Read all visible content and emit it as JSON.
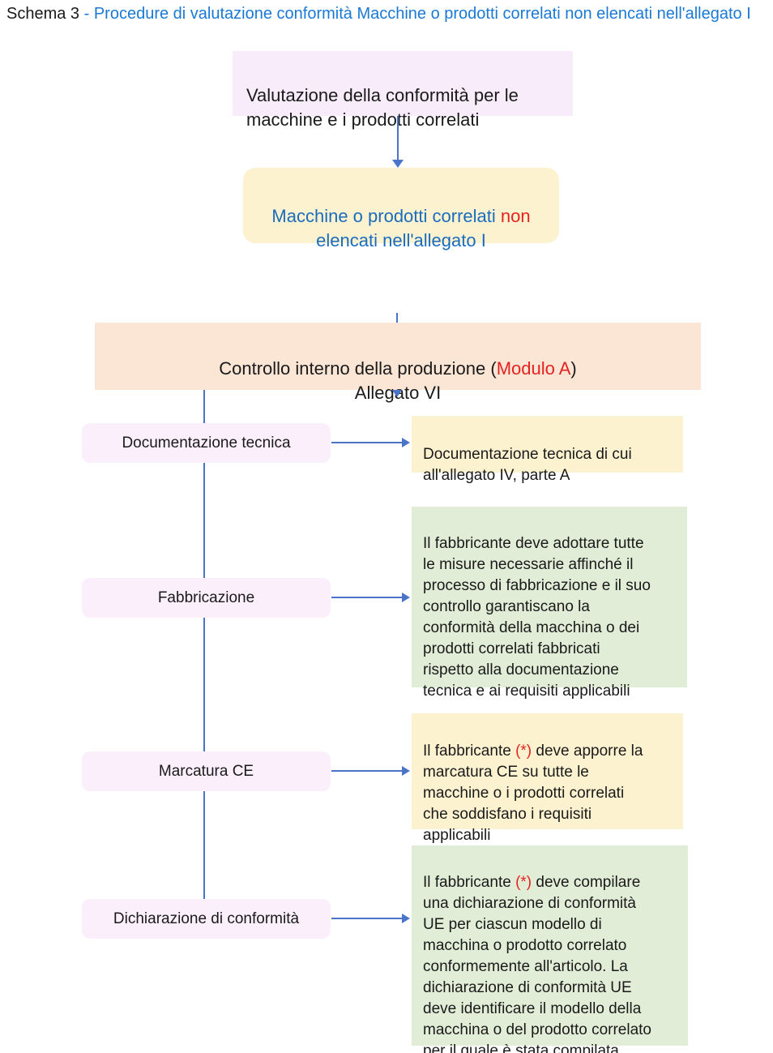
{
  "page": {
    "title_prefix": "Schema 3 ",
    "title_rest": "- Procedure di valutazione conformità Macchine o prodotti correlati non elencati nell'allegato I"
  },
  "colors": {
    "title_blue": "#1b79d6",
    "scope_text_blue": "#1a6cbd",
    "highlight_red": "#e42320",
    "connector_blue": "#4a74c8",
    "lilac_box_bg": "#f8ecfa",
    "pink_label_bg": "#fbeffc",
    "yellow_box_bg": "#fdf2d0",
    "peach_box_bg": "#fbe5d5",
    "green_box_bg": "#e1edd7"
  },
  "flow": {
    "assessment_box": "Valutazione della conformità per le\nmacchine e i prodotti correlati",
    "scope_box": {
      "part1": "Macchine o prodotti correlati ",
      "highlight": "non",
      "part2": "\nelencati nell'allegato I"
    },
    "module_box": {
      "part1": "Controllo interno della produzione (",
      "highlight": "Modulo A",
      "part2": ")\nAllegato VI"
    }
  },
  "steps": [
    {
      "label": "Documentazione tecnica",
      "detail": {
        "part1": "Documentazione tecnica di cui\nall'allegato IV, parte A",
        "highlight": "",
        "part2": ""
      }
    },
    {
      "label": "Fabbricazione",
      "detail": {
        "part1": "Il fabbricante deve adottare tutte\nle misure necessarie affinché il\nprocesso di fabbricazione e il suo\ncontrollo garantiscano la\nconformità della macchina o dei\nprodotti correlati fabbricati\nrispetto alla documentazione\ntecnica e ai requisiti applicabili",
        "highlight": "",
        "part2": ""
      }
    },
    {
      "label": "Marcatura CE",
      "detail": {
        "part1": "Il fabbricante ",
        "highlight": "(*)",
        "part2": " deve apporre la\nmarcatura CE su tutte le\nmacchine o i prodotti correlati\nche soddisfano i requisiti\napplicabili"
      }
    },
    {
      "label": "Dichiarazione di conformità",
      "detail": {
        "part1": "Il fabbricante ",
        "highlight": "(*)",
        "part2": " deve compilare\nuna dichiarazione di conformità\nUE per ciascun modello di\nmacchina o prodotto correlato\nconformemente all'articolo. La\ndichiarazione di conformità UE\ndeve identificare il modello della\nmacchina o del prodotto correlato\nper il quale è stata compilata."
      }
    }
  ]
}
